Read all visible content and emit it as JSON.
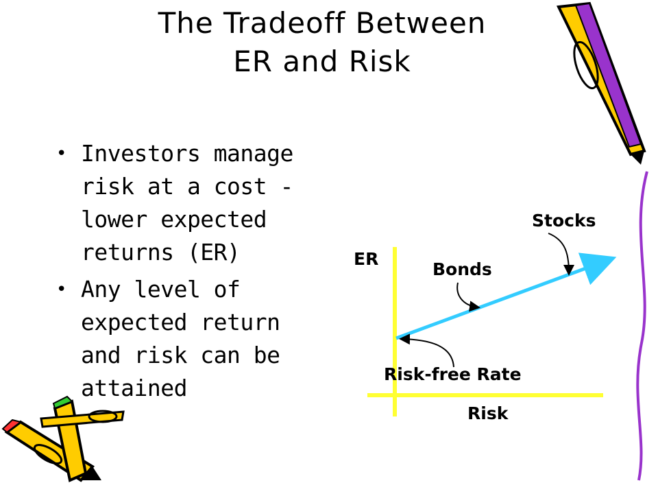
{
  "slide": {
    "title_line1": "The Tradeoff Between",
    "title_line2": "ER and Risk",
    "bullets": [
      {
        "text": "Investors manage risk at a cost - lower expected returns (ER)"
      },
      {
        "text": "Any level of expected return and risk can be attained"
      }
    ]
  },
  "diagram": {
    "y_axis_label": "ER",
    "x_axis_label": "Risk",
    "labels": {
      "stocks": "Stocks",
      "bonds": "Bonds",
      "risk_free": "Risk-free Rate"
    },
    "colors": {
      "axis": "#ffff33",
      "tradeoff_line": "#33ccff",
      "pencil_body": "#ffcc00",
      "pencil_outline": "#000000",
      "pencil_accent": "#9933cc",
      "pencil_tip_red": "#ff3333",
      "pencil_tip_green": "#33cc33"
    }
  },
  "decorations": {
    "icons": [
      "pencil-top-right",
      "pencil-bottom-left",
      "purple-curve-right"
    ]
  }
}
